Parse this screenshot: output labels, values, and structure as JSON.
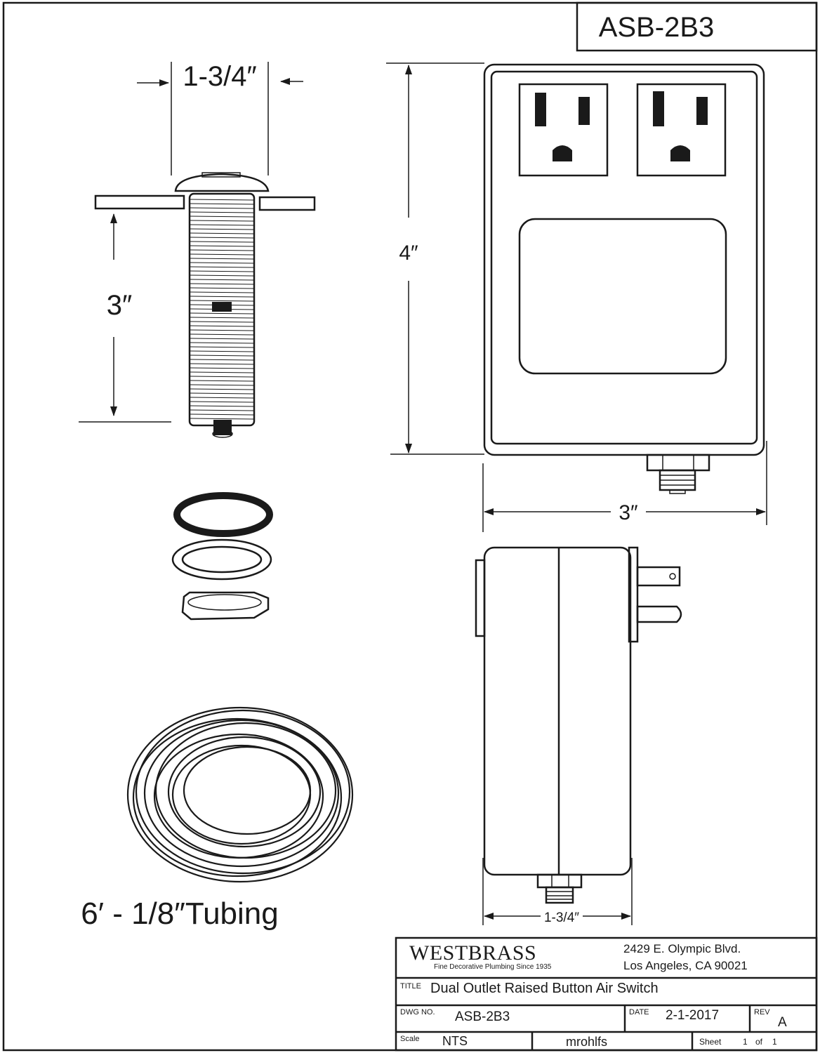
{
  "sheet": {
    "header_code": "ASB-2B3"
  },
  "dimensions": {
    "flange_width": "1-3/4″",
    "thread_length": "3″",
    "unit_height": "4″",
    "unit_width": "3″",
    "side_depth": "1-3/4″"
  },
  "tubing": {
    "label": "6′ - 1/8″Tubing"
  },
  "title_block": {
    "company_name": "WESTBRASS",
    "company_tagline": "Fine Decorative Plumbing Since 1935",
    "address_line1": "2429 E. Olympic Blvd.",
    "address_line2": "Los Angeles, CA 90021",
    "title_caption": "TITLE",
    "title_value": "Dual Outlet Raised Button Air Switch",
    "dwg_caption": "DWG NO.",
    "dwg_value": "ASB-2B3",
    "date_caption": "DATE",
    "date_value": "2-1-2017",
    "rev_caption": "REV",
    "rev_value": "A",
    "scale_caption": "Scale",
    "scale_value": "NTS",
    "drawn_by": "mrohlfs",
    "sheet_caption": "Sheet",
    "sheet_number": "1",
    "sheet_of": "of",
    "sheet_total": "1"
  }
}
